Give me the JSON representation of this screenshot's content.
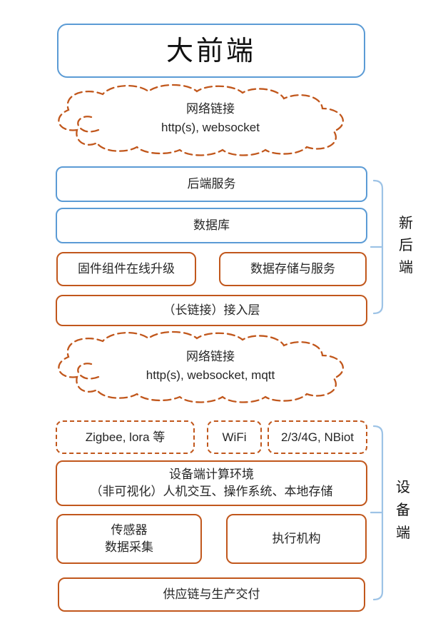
{
  "diagram": {
    "title": "大前端",
    "clouds": [
      {
        "line1": "网络链接",
        "line2": "http(s), websocket"
      },
      {
        "line1": "网络链接",
        "line2": "http(s), websocket, mqtt"
      }
    ],
    "backend_section": {
      "bracket_label": "新后端",
      "boxes": {
        "services": "后端服务",
        "database": "数据库",
        "firmware_upgrade": "固件组件在线升级",
        "data_storage": "数据存储与服务",
        "access_layer": "（长链接）接入层"
      }
    },
    "device_section": {
      "bracket_label": "设备端",
      "connectivity": {
        "zigbee": "Zigbee, lora 等",
        "wifi": "WiFi",
        "cellular": "2/3/4G, NBiot"
      },
      "computing_env": {
        "line1": "设备端计算环境",
        "line2": "（非可视化）人机交互、操作系统、本地存储"
      },
      "sensor": {
        "line1": "传感器",
        "line2": "数据采集"
      },
      "actuator": "执行机构",
      "supply_chain": "供应链与生产交付"
    },
    "colors": {
      "blue_accent": "#5B9BD5",
      "orange_accent": "#C1571C",
      "bracket_blue": "#9DC3E6"
    }
  }
}
